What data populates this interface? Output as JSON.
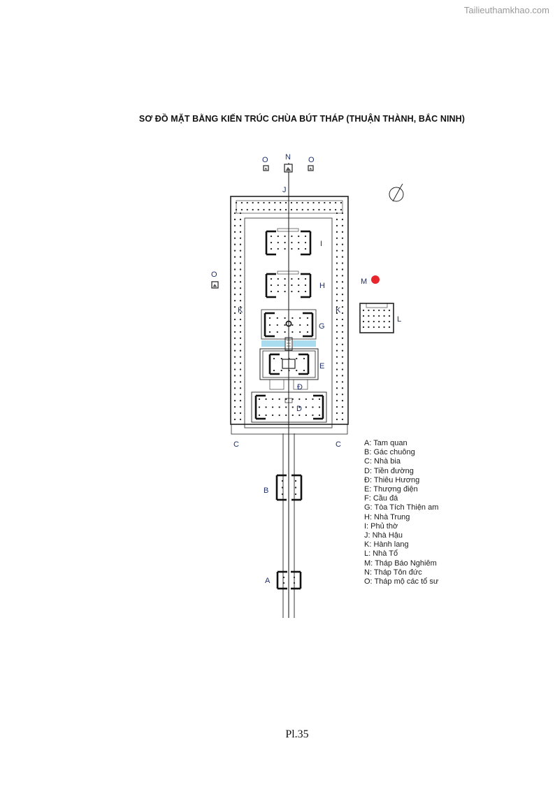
{
  "watermark": "Tailieuthamkhao.com",
  "title": "SƠ ĐỒ MẶT BẰNG KIẾN TRÚC CHÙA BÚT THÁP  (THUẬN THÀNH, BẮC NINH)",
  "labels": {
    "A": "A",
    "B": "B",
    "C": "C",
    "D": "D",
    "Dd": "Đ",
    "E": "E",
    "G": "G",
    "H": "H",
    "I": "I",
    "J": "J",
    "K": "K",
    "L": "L",
    "M": "M",
    "N": "N",
    "O": "O"
  },
  "legend": [
    "A: Tam quan",
    "B: Gác chuông",
    "C: Nhà bia",
    "D: Tiền đường",
    "Đ: Thiêu Hương",
    "E: Thượng điện",
    "F: Cầu đá",
    "G: Tòa Tích Thiện am",
    "H: Nhà Trung",
    "I:  Phủ thờ",
    "J: Nhà Hậu",
    "K: Hành lang",
    "L: Nhà Tổ",
    "M: Tháp Báo Nghiêm",
    "N: Tháp Tôn đức",
    "O: Tháp mộ các tổ sư"
  ],
  "page_number": "Pl.35",
  "colors": {
    "tower_M": "#e8262b",
    "pond": "#a9dcef",
    "labels": "#1f2f6a"
  },
  "icons": [
    "compass-icon",
    "stupa-icon"
  ]
}
